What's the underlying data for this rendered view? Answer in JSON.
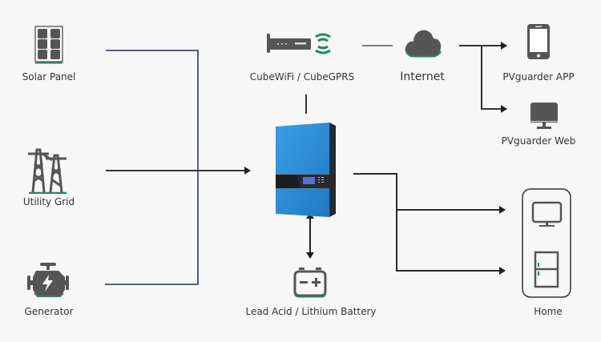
{
  "diagram": {
    "title": "Hybrid Inverter System Diagram",
    "colors": {
      "background": "#f7f7f7",
      "icon_gray": "#5a5a5a",
      "accent_green": "#1f8a5a",
      "input_line": "#1c2a6e",
      "flow_line": "#2b2b2b",
      "inverter_blue": "#2f8fd8"
    },
    "sources": [
      {
        "id": "solar",
        "label": "Solar Panel",
        "icon": "solar-panel-icon"
      },
      {
        "id": "grid",
        "label": "Utility Grid",
        "icon": "power-tower-icon"
      },
      {
        "id": "gen",
        "label": "Generator",
        "icon": "engine-icon"
      }
    ],
    "inverter": {
      "label": "",
      "icon": "inverter-icon"
    },
    "comm": {
      "label": "CubeWiFi / CubeGPRS",
      "icon": "wifi-dongle-icon"
    },
    "internet": {
      "label": "Internet",
      "icon": "cloud-icon"
    },
    "monitoring": [
      {
        "id": "app",
        "label": "PVguarder APP",
        "icon": "smartphone-icon"
      },
      {
        "id": "web",
        "label": "PVguarder Web",
        "icon": "monitor-icon"
      }
    ],
    "battery": {
      "label": "Lead Acid / Lithium Battery",
      "icon": "battery-icon"
    },
    "home": {
      "label": "Home",
      "icon": "home-panel-icon",
      "appliances": [
        "tv-icon",
        "fridge-icon"
      ]
    }
  }
}
